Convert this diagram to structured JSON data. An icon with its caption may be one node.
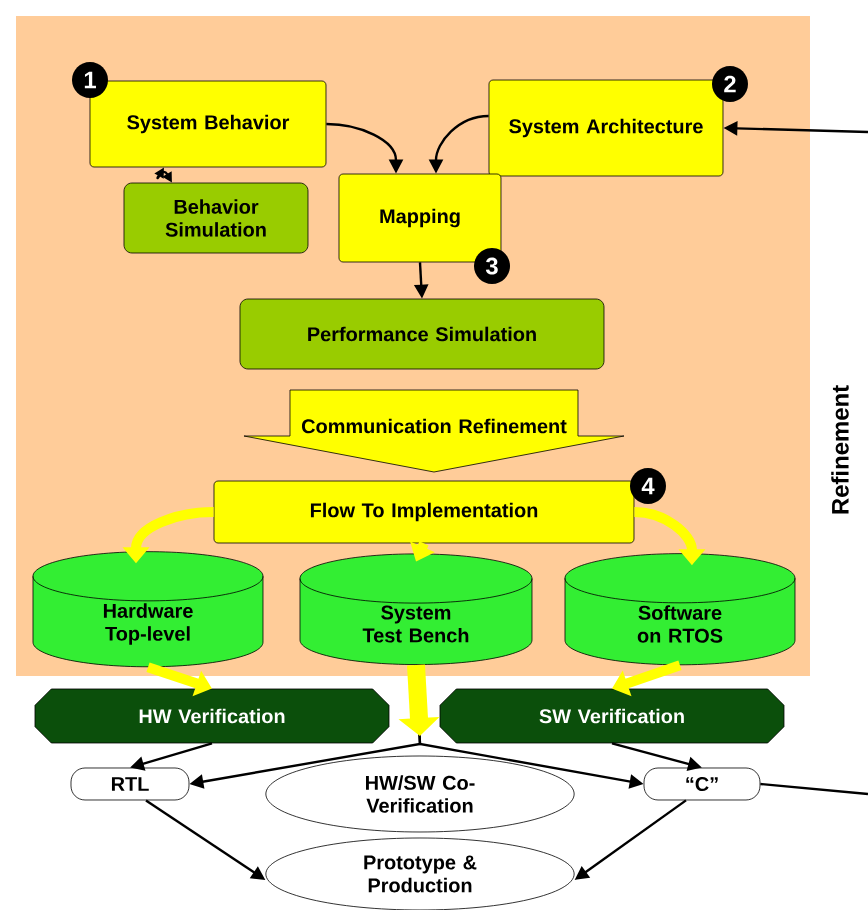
{
  "diagram": {
    "nodes": [
      {
        "text": [
          "System Behavior"
        ]
      },
      {
        "text": [
          "System Architecture"
        ]
      },
      {
        "text": [
          "Behavior Simulation"
        ]
      },
      {
        "text": [
          "Mapping"
        ]
      },
      {
        "text": [
          "Performance Simulation"
        ]
      },
      {
        "text": [
          "Communication Refinement"
        ]
      },
      {
        "text": [
          "Flow To Implementation"
        ]
      },
      {
        "text": [
          "Hardware Top-level"
        ]
      },
      {
        "text": [
          "System Test Bench"
        ]
      },
      {
        "text": [
          "Software on RTOS"
        ]
      },
      {
        "text": [
          "HW Verification"
        ]
      },
      {
        "text": [
          "SW Verification"
        ]
      },
      {
        "text": [
          "RTL"
        ]
      },
      {
        "text": [
          "“C”"
        ]
      },
      {
        "text": [
          "HW/SW Co-Verification"
        ]
      },
      {
        "text": [
          "Prototype & Production"
        ]
      }
    ],
    "edges": [
      {
        "from": 0,
        "to": 3,
        "arrow": "to"
      },
      {
        "from": 1,
        "to": 3,
        "arrow": "to"
      },
      {
        "from": 0,
        "to": 2,
        "arrow": "both"
      },
      {
        "from": 3,
        "to": 4,
        "arrow": "to"
      },
      {
        "from": 6,
        "to": 7,
        "arrow": "to",
        "style": "thick",
        "color": "#ffff00"
      },
      {
        "from": 6,
        "to": 8,
        "arrow": "to",
        "style": "thick",
        "color": "#ffff00"
      },
      {
        "from": 6,
        "to": 9,
        "arrow": "to",
        "style": "thick",
        "color": "#ffff00"
      },
      {
        "from": 7,
        "to": 10,
        "arrow": "to",
        "style": "thick",
        "color": "#ffff00"
      },
      {
        "from": 9,
        "to": 11,
        "arrow": "to",
        "style": "thick",
        "color": "#ffff00"
      },
      {
        "from": 8,
        "to": 12,
        "arrow": "to"
      },
      {
        "from": 8,
        "to": 13,
        "arrow": "to"
      },
      {
        "from": 10,
        "to": 12,
        "arrow": "to"
      },
      {
        "from": 11,
        "to": 13,
        "arrow": "to"
      },
      {
        "from": 12,
        "to": 15,
        "arrow": "to"
      },
      {
        "from": 13,
        "to": 15,
        "arrow": "to"
      },
      {
        "from": null,
        "to": 1,
        "arrow": "to"
      },
      {
        "from": 13,
        "to": null,
        "arrow": "none"
      }
    ],
    "labels": [
      "1",
      "2",
      "3",
      "4",
      "Refinement"
    ]
  }
}
